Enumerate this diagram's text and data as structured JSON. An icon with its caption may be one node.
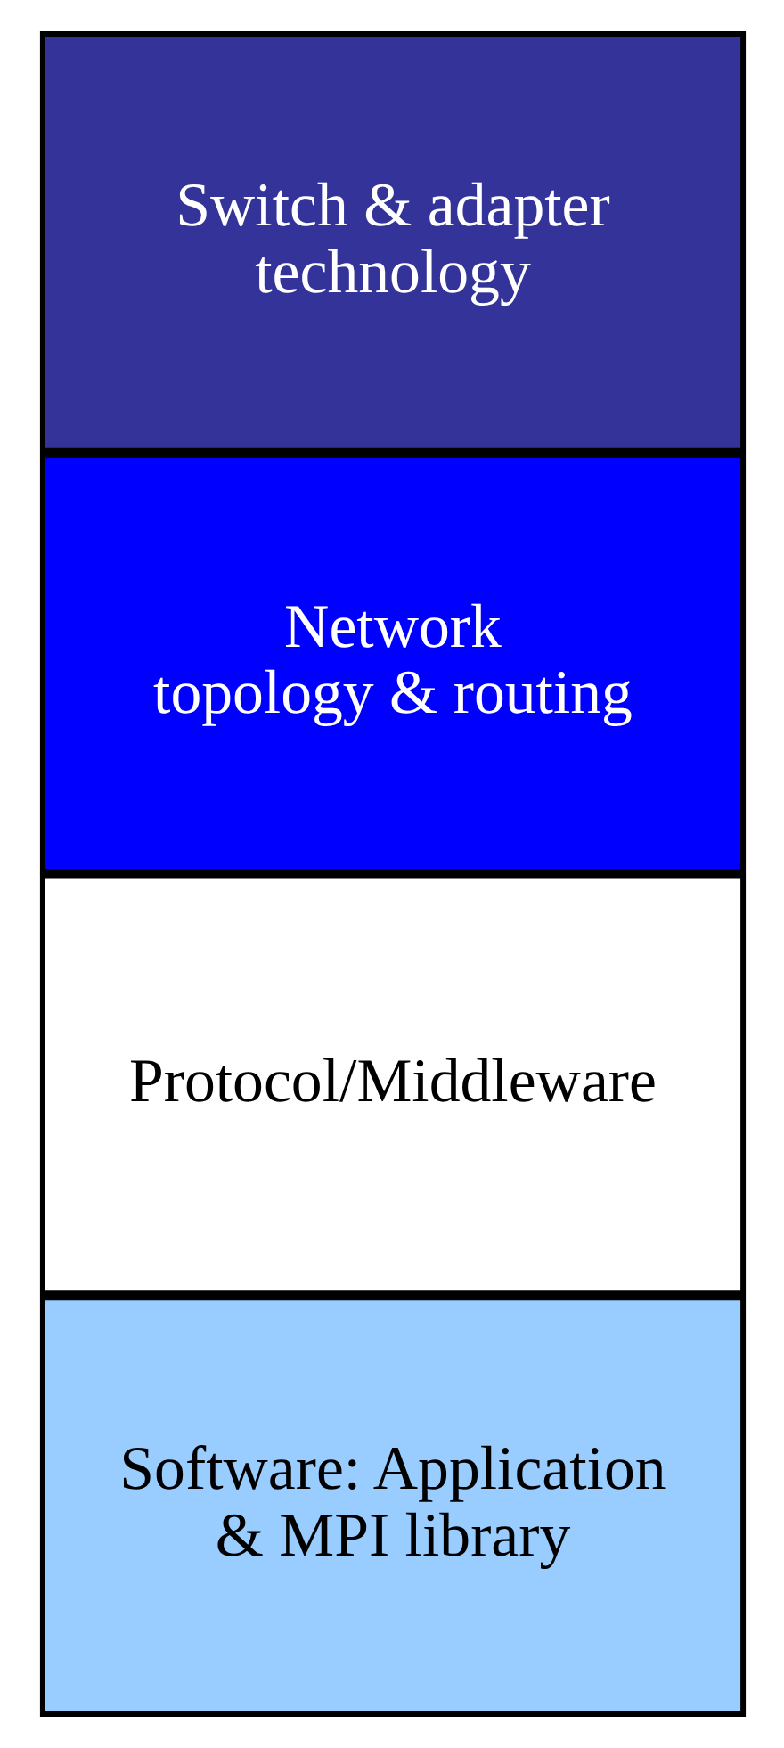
{
  "diagram": {
    "nodes": [
      {
        "text": [
          "Software: Application & MPI library"
        ]
      },
      {
        "text": [
          "Protocol/Middleware"
        ]
      },
      {
        "text": [
          "Network topology & routing"
        ]
      },
      {
        "text": [
          "Switch & adapter technology"
        ]
      }
    ]
  }
}
